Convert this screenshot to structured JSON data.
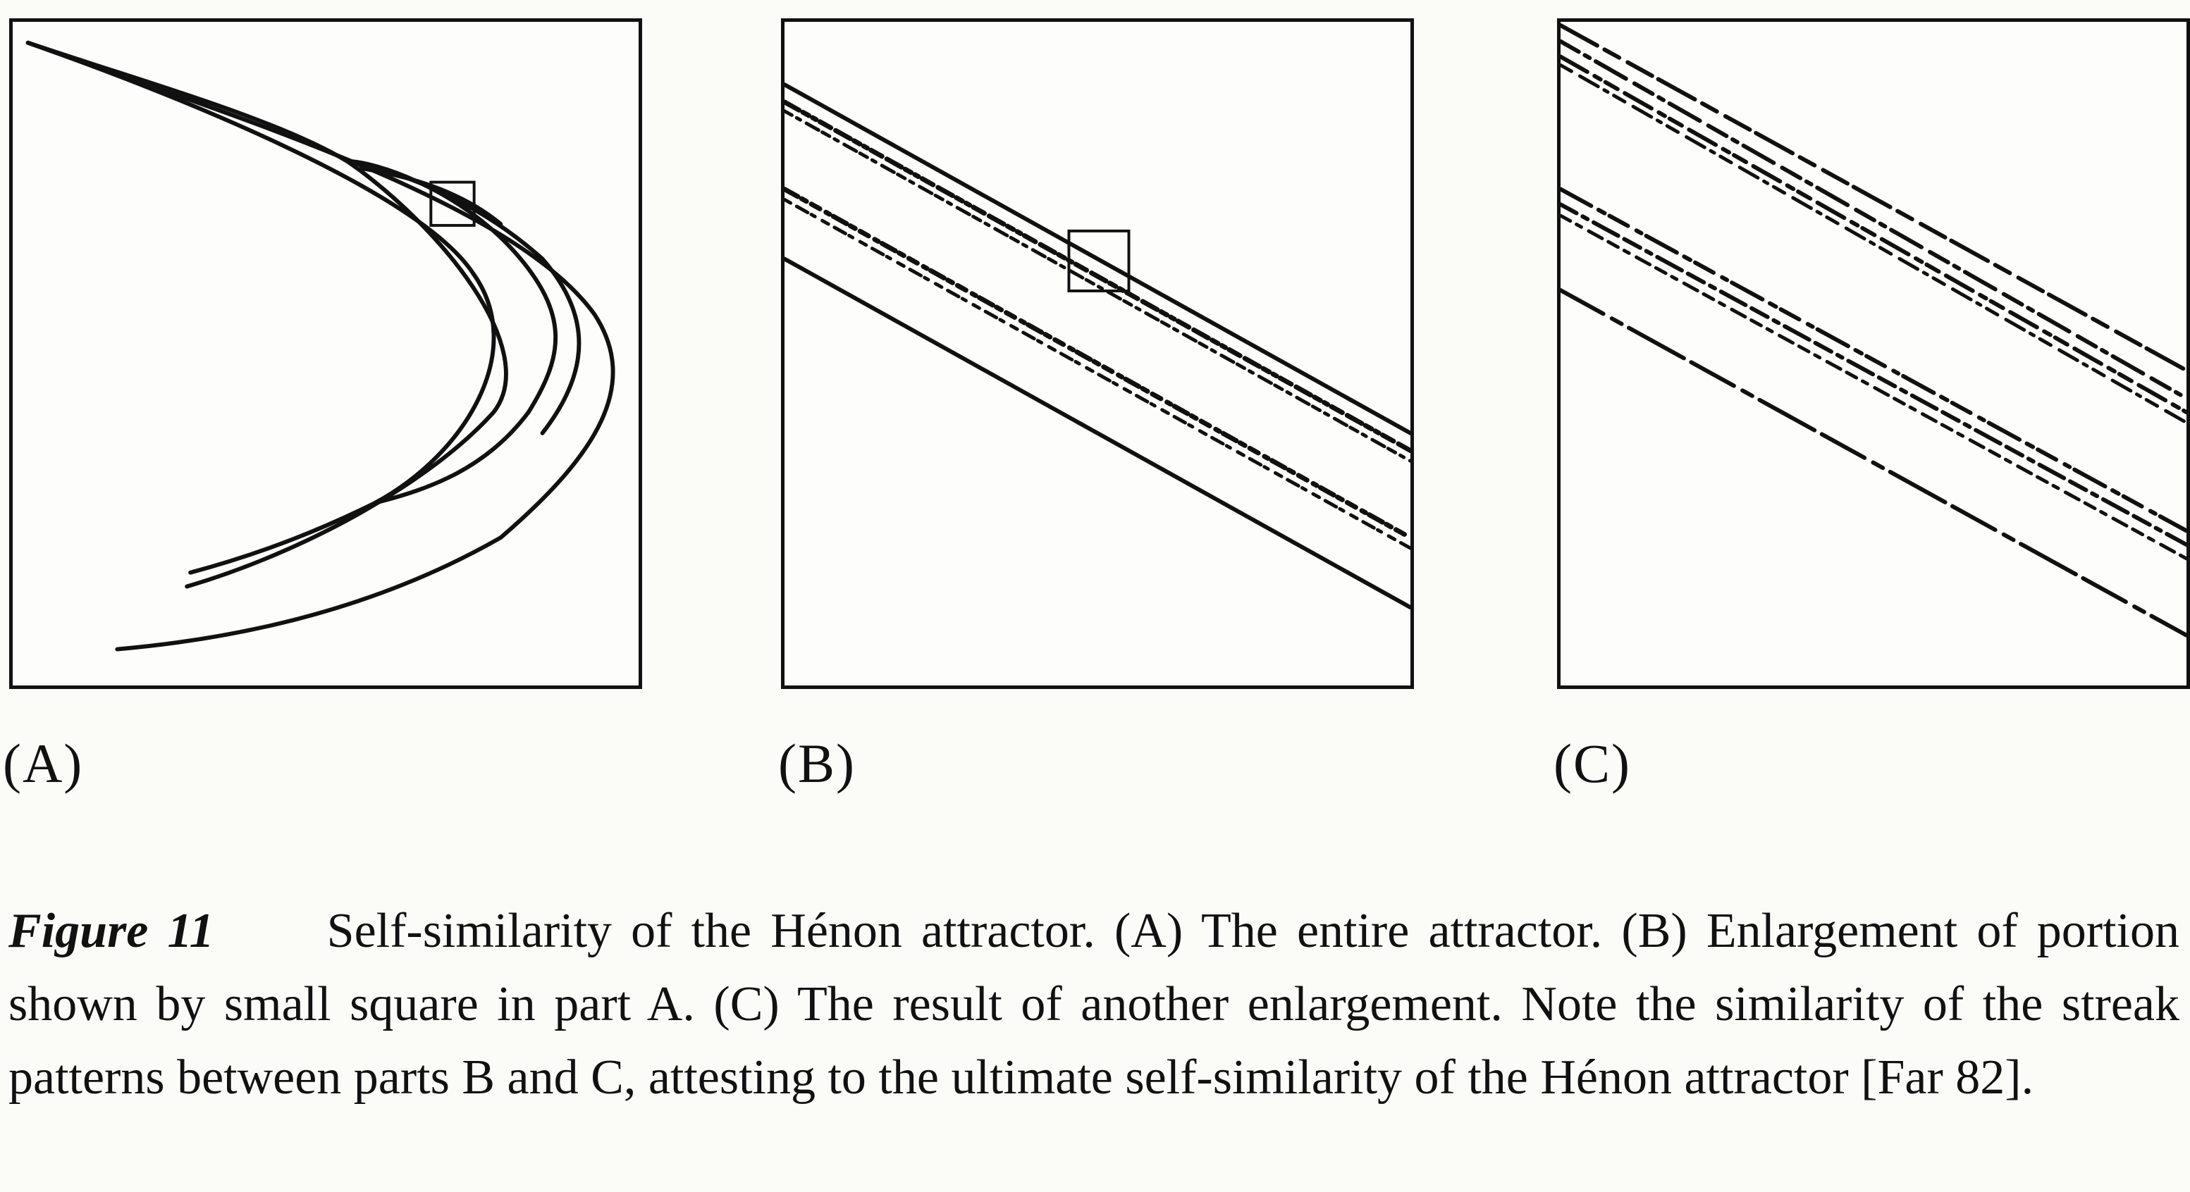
{
  "panels": [
    {
      "id": "a",
      "label": "(A)"
    },
    {
      "id": "b",
      "label": "(B)"
    },
    {
      "id": "c",
      "label": "(C)"
    }
  ],
  "caption": {
    "figure_label": "Figure 11",
    "text": "Self-similarity of the Hénon attractor. (A) The entire attractor. (B) Enlargement of portion shown by small square in part A. (C) The result of another enlargement. Note the similarity of the streak patterns between parts B and C, attesting to the ultimate self-similarity of the Hénon attractor [Far 82]."
  }
}
